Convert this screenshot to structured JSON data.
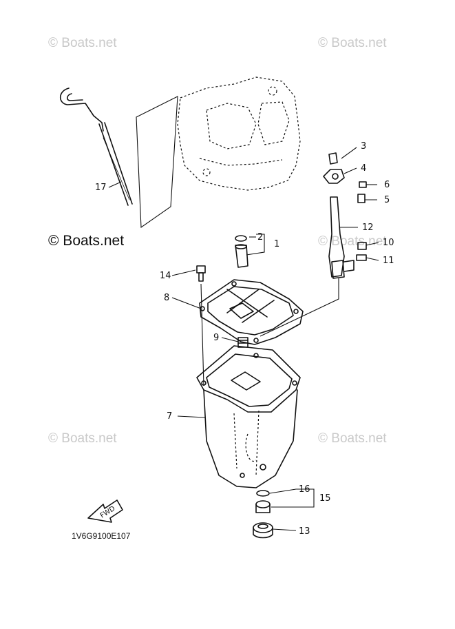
{
  "watermarks": {
    "top_left": "© Boats.net",
    "top_right": "© Boats.net",
    "mid_left": "© Boats.net",
    "mid_right": "© Boats.net",
    "lower_left": "© Boats.net",
    "lower_right": "© Boats.net"
  },
  "callouts": {
    "p1": "1",
    "p2": "2",
    "p3": "3",
    "p4": "4",
    "p5": "5",
    "p6": "6",
    "p7": "7",
    "p8": "8",
    "p9": "9",
    "p10": "10",
    "p11": "11",
    "p12": "12",
    "p13": "13",
    "p14": "14",
    "p15": "15",
    "p16": "16",
    "p17": "17"
  },
  "fwd_label": "FWD",
  "diagram_code": "1V6G9100E107"
}
